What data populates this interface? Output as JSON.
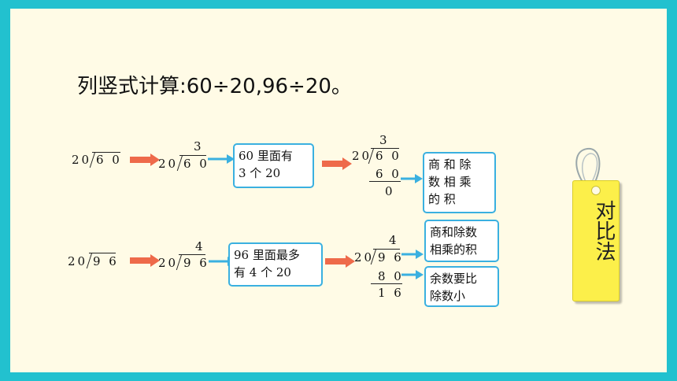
{
  "title": "列竖式计算:60÷20,96÷20。",
  "row1": {
    "start": {
      "divisor": "20",
      "dividend": "6 0"
    },
    "step2": {
      "quotient": "3",
      "divisor": "20",
      "dividend": "6 0"
    },
    "box1": {
      "line1": "60 里面有",
      "line2": "3 个 20"
    },
    "step3": {
      "quotient": "3",
      "divisor": "20",
      "dividend": "6 0",
      "product": "6 0",
      "remainder": "0"
    },
    "box2": {
      "line1": "商 和 除",
      "line2": "数 相 乘",
      "line3": "的 积"
    }
  },
  "row2": {
    "start": {
      "divisor": "20",
      "dividend": "9 6"
    },
    "step2": {
      "quotient": "4",
      "divisor": "20",
      "dividend": "9 6"
    },
    "box1": {
      "line1": "96 里面最多",
      "line2": "有 4 个 20"
    },
    "step3": {
      "quotient": "4",
      "divisor": "20",
      "dividend": "9 6",
      "product": "8 0",
      "remainder": "1 6"
    },
    "box2": {
      "line1": "商和除数",
      "line2": "相乘的积"
    },
    "box3": {
      "line1": "余数要比",
      "line2": "除数小"
    }
  },
  "tag": {
    "text": "对比法"
  },
  "colors": {
    "background": "#22c1cf",
    "slide": "#fffbe6",
    "box_border": "#3ab0e0",
    "red_arrow": "#ee6a4a",
    "blue_arrow": "#3ab0e0",
    "tag": "#fcef4a"
  }
}
